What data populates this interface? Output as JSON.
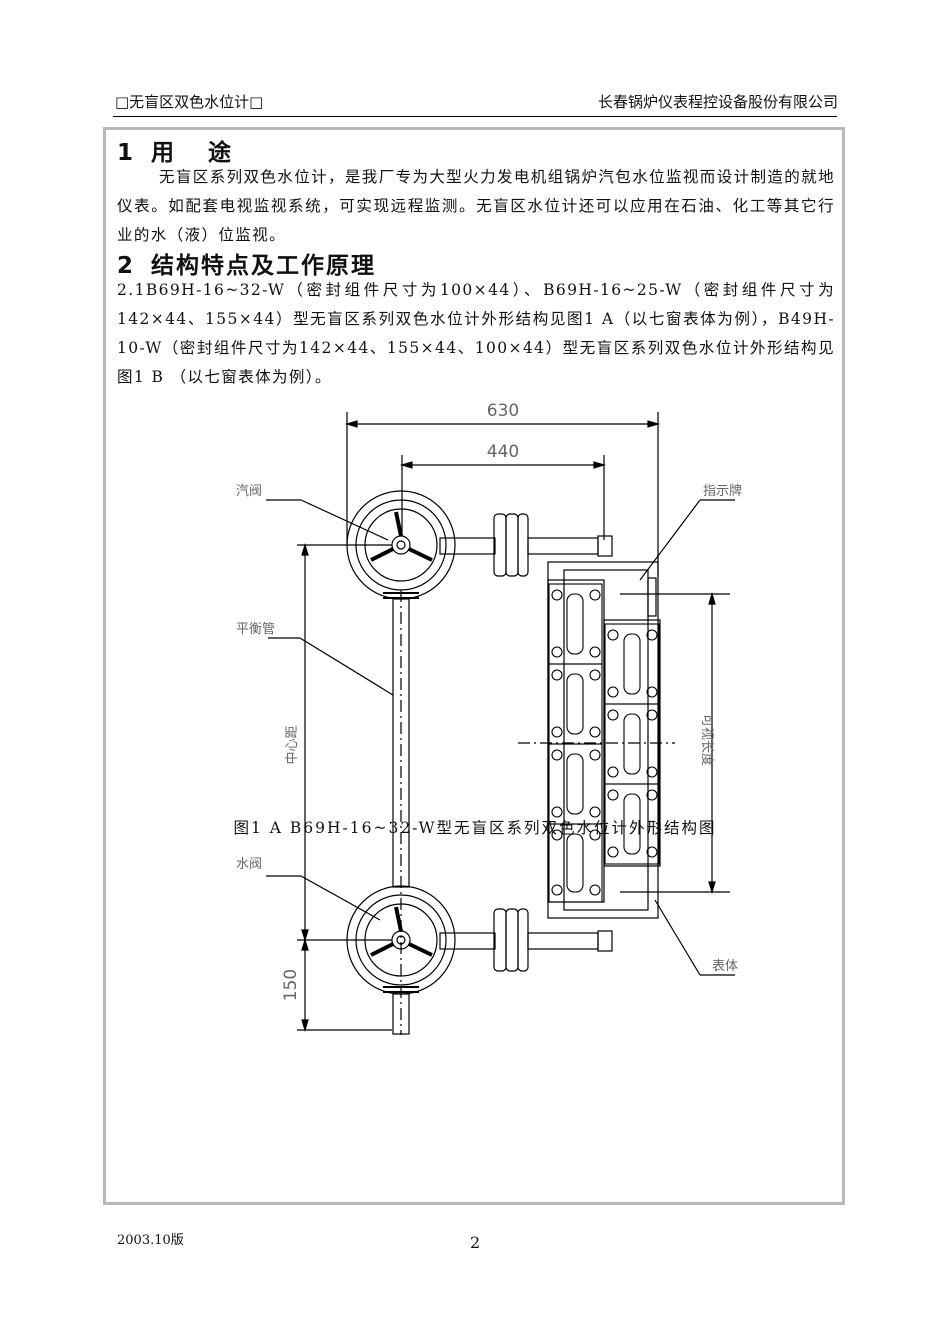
{
  "header": {
    "left": "□无盲区双色水位计□",
    "right": "长春锅炉仪表程控设备股份有限公司"
  },
  "sections": [
    {
      "number": "1",
      "title": "用途",
      "paragraph": "无盲区系列双色水位计，是我厂专为大型火力发电机组锅炉汽包水位监视而设计制造的就地仪表。如配套电视监视系统，可实现远程监测。无盲区水位计还可以应用在石油、化工等其它行业的水（液）位监视。"
    },
    {
      "number": "2",
      "title": "结构特点及工作原理",
      "paragraph": "2.1B69H-16~32-W（密封组件尺寸为100×44）、B69H-16~25-W（密封组件尺寸为142×44、155×44）型无盲区系列双色水位计外形结构见图1 A（以七窗表体为例），B49H-10-W（密封组件尺寸为142×44、155×44、100×44）型无盲区系列双色水位计外形结构见图1 B （以七窗表体为例）。"
    }
  ],
  "figure": {
    "dimensions": {
      "overall_width": "630",
      "center_width": "440",
      "bottom_offset": "150",
      "center_distance": "中心距",
      "visible_length": "可视长度"
    },
    "labels": {
      "steam_valve": "汽阀",
      "indicator_plate": "指示牌",
      "balance_pipe": "平衡管",
      "water_valve": "水阀",
      "gauge_body": "表体"
    },
    "caption": "图1 A B69H-16~32-W型无盲区系列双色水位计外形结构图"
  },
  "footer": {
    "date": "2003.10版",
    "page": "2"
  }
}
